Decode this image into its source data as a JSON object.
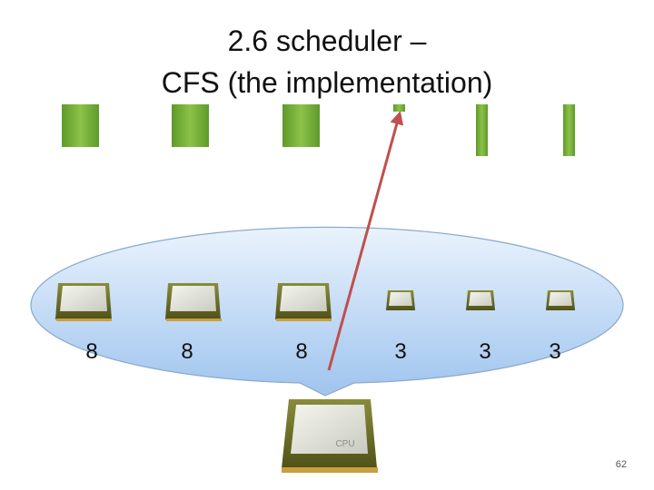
{
  "slide": {
    "title_line1": "2.6 scheduler –",
    "title_line2": "CFS (the implementation)",
    "page_number": "62"
  },
  "tasks": [
    {
      "id": "task-1",
      "weight": "8",
      "time_share": "large"
    },
    {
      "id": "task-2",
      "weight": "8",
      "time_share": "large"
    },
    {
      "id": "task-3",
      "weight": "8",
      "time_share": "large"
    },
    {
      "id": "task-4",
      "weight": "3",
      "time_share": "small"
    },
    {
      "id": "task-5",
      "weight": "3",
      "time_share": "small"
    },
    {
      "id": "task-6",
      "weight": "3",
      "time_share": "small"
    }
  ],
  "cpu": {
    "chip_label": "CPU"
  },
  "colors": {
    "timeslice_green": "#78b33a",
    "bubble_blue": "#a9ccf2",
    "arrow_red": "#c0504d",
    "chip_olive": "#6c6e28"
  }
}
